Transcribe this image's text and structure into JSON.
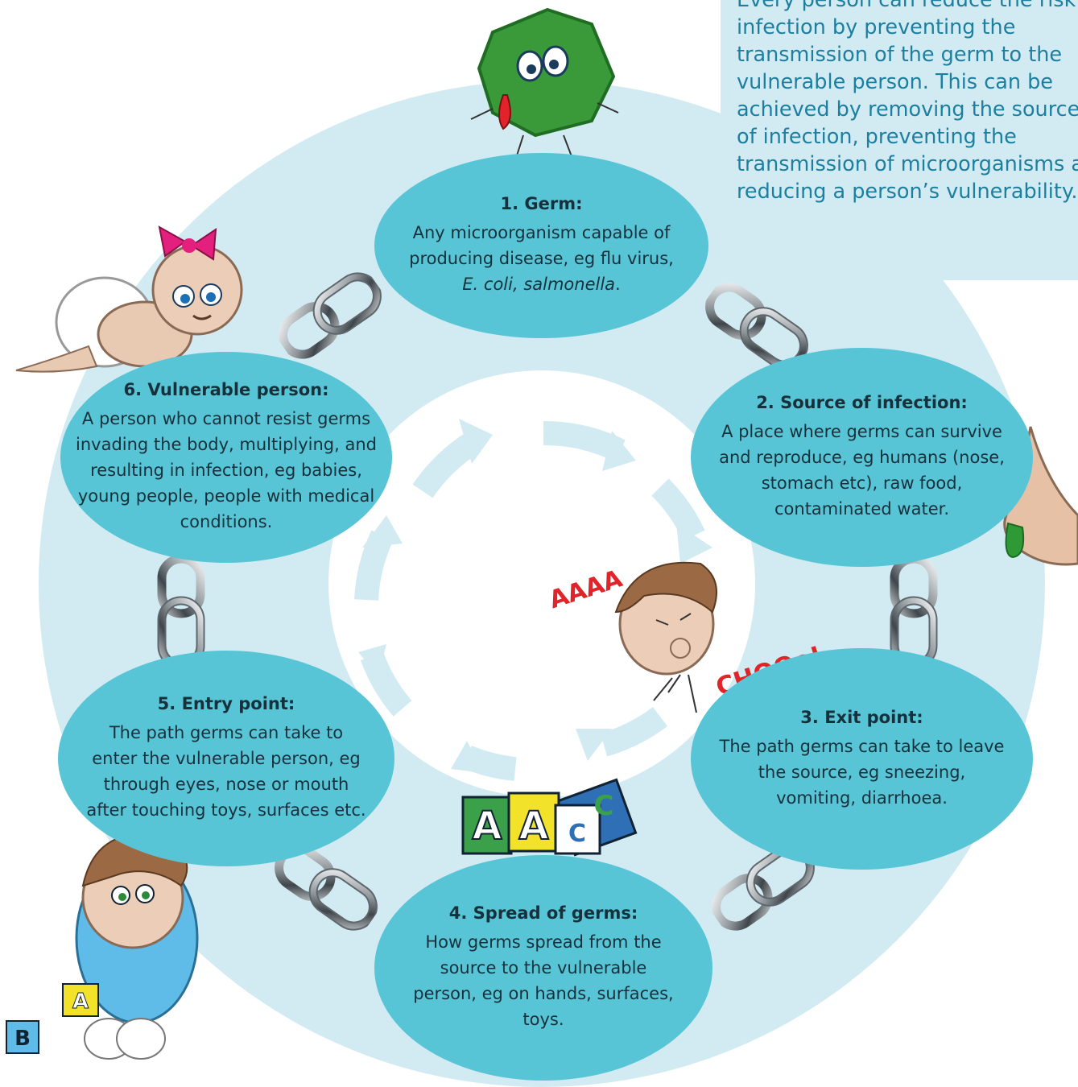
{
  "callout_text": "Every person can reduce the risk of infection by preventing the transmission of the germ to the vulnerable person. This can be achieved by removing the sources of infection, preventing the transmission of microorganisms and reducing a person’s vulnerability.",
  "nodes": [
    {
      "title": "1. Germ:",
      "desc_parts": [
        "Any microorganism capable of producing disease, eg flu virus, ",
        "E. coli, salmonella",
        "."
      ]
    },
    {
      "title": "2. Source of infection:",
      "desc": "A place where germs can survive and reproduce, eg humans (nose, stomach etc), raw food, contaminated water."
    },
    {
      "title": "3. Exit point:",
      "desc": "The path germs can take to leave the source, eg sneezing, vomiting, diarrhoea."
    },
    {
      "title": "4. Spread of germs:",
      "desc": "How germs spread from the source to the vulnerable person, eg on hands, surfaces, toys."
    },
    {
      "title": "5. Entry point:",
      "desc": "The path germs can take to enter the vulnerable person, eg through eyes, nose or mouth after touching toys, surfaces etc."
    },
    {
      "title": "6. Vulnerable person:",
      "desc": "A person who cannot resist germs invading the body, multiplying, and resulting in infection, eg babies, young people, people with medical conditions."
    }
  ],
  "sound_effects": {
    "scream": "AAAA",
    "sneeze": "CHOOo!"
  },
  "block_letters": [
    "A",
    "A",
    "C",
    "C",
    "A",
    "B"
  ],
  "colors": {
    "ring": "#d2ebf2",
    "node": "#58c5d6",
    "arrows": "#d2ebf2",
    "text": "#16313b",
    "callout_text": "#1c7fa0",
    "sfx": "#e1232a"
  }
}
